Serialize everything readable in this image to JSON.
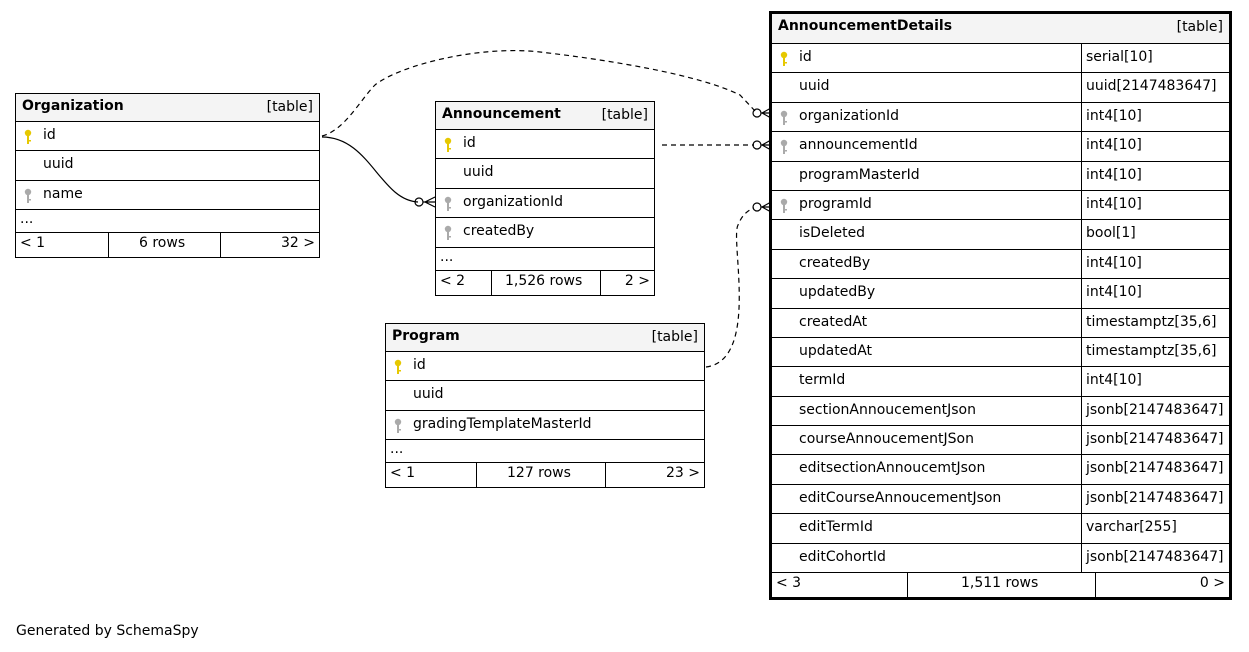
{
  "tables": {
    "organization": {
      "name": "Organization",
      "type": "[table]",
      "columns": [
        {
          "name": "id",
          "key": "pk"
        },
        {
          "name": "uuid",
          "key": ""
        },
        {
          "name": "name",
          "key": "fk"
        }
      ],
      "ellipsis": "...",
      "footer": {
        "prev": "< 1",
        "rows": "6 rows",
        "next": "32 >"
      }
    },
    "announcement": {
      "name": "Announcement",
      "type": "[table]",
      "columns": [
        {
          "name": "id",
          "key": "pk"
        },
        {
          "name": "uuid",
          "key": ""
        },
        {
          "name": "organizationId",
          "key": "fk"
        },
        {
          "name": "createdBy",
          "key": "fk"
        }
      ],
      "ellipsis": "...",
      "footer": {
        "prev": "< 2",
        "rows": "1,526 rows",
        "next": "2 >"
      }
    },
    "program": {
      "name": "Program",
      "type": "[table]",
      "columns": [
        {
          "name": "id",
          "key": "pk"
        },
        {
          "name": "uuid",
          "key": ""
        },
        {
          "name": "gradingTemplateMasterId",
          "key": "fk"
        }
      ],
      "ellipsis": "...",
      "footer": {
        "prev": "< 1",
        "rows": "127 rows",
        "next": "23 >"
      }
    },
    "announcementDetails": {
      "name": "AnnouncementDetails",
      "type": "[table]",
      "columns": [
        {
          "name": "id",
          "type": "serial[10]",
          "key": "pk"
        },
        {
          "name": "uuid",
          "type": "uuid[2147483647]",
          "key": ""
        },
        {
          "name": "organizationId",
          "type": "int4[10]",
          "key": "fk"
        },
        {
          "name": "announcementId",
          "type": "int4[10]",
          "key": "fk"
        },
        {
          "name": "programMasterId",
          "type": "int4[10]",
          "key": ""
        },
        {
          "name": "programId",
          "type": "int4[10]",
          "key": "fk"
        },
        {
          "name": "isDeleted",
          "type": "bool[1]",
          "key": ""
        },
        {
          "name": "createdBy",
          "type": "int4[10]",
          "key": ""
        },
        {
          "name": "updatedBy",
          "type": "int4[10]",
          "key": ""
        },
        {
          "name": "createdAt",
          "type": "timestamptz[35,6]",
          "key": ""
        },
        {
          "name": "updatedAt",
          "type": "timestamptz[35,6]",
          "key": ""
        },
        {
          "name": "termId",
          "type": "int4[10]",
          "key": ""
        },
        {
          "name": "sectionAnnoucementJson",
          "type": "jsonb[2147483647]",
          "key": ""
        },
        {
          "name": "courseAnnoucementJSon",
          "type": "jsonb[2147483647]",
          "key": ""
        },
        {
          "name": "editsectionAnnoucemtJson",
          "type": "jsonb[2147483647]",
          "key": ""
        },
        {
          "name": "editCourseAnnoucementJson",
          "type": "jsonb[2147483647]",
          "key": ""
        },
        {
          "name": "editTermId",
          "type": "varchar[255]",
          "key": ""
        },
        {
          "name": "editCohortId",
          "type": "jsonb[2147483647]",
          "key": ""
        }
      ],
      "footer": {
        "prev": "< 3",
        "rows": "1,511 rows",
        "next": "0 >"
      }
    }
  },
  "colors": {
    "primary_key": "#e6c800",
    "foreign_key": "#aaaaaa",
    "header_bg": "#f4f4f4"
  },
  "footer_text": "Generated by SchemaSpy"
}
